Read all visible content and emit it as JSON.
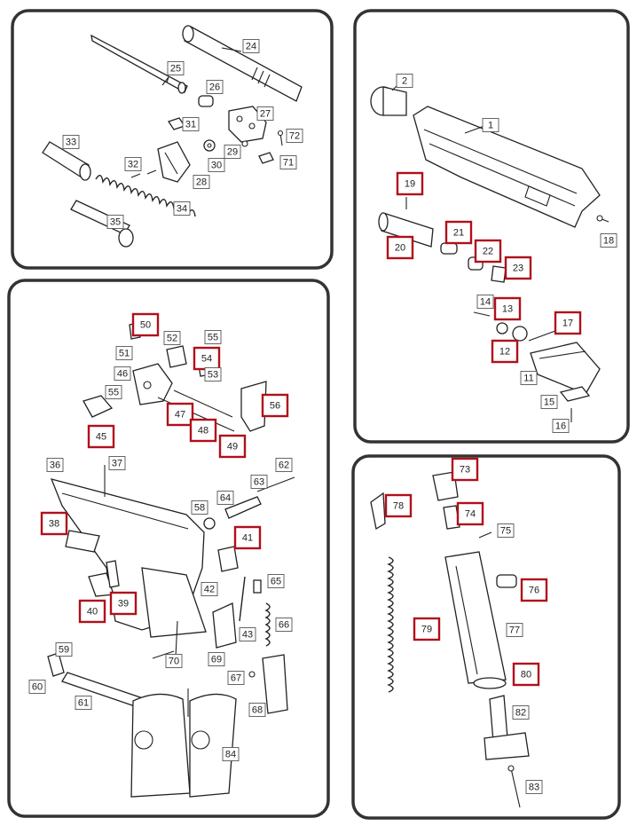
{
  "callouts": [
    {
      "label": "24",
      "hl": false
    },
    {
      "label": "25",
      "hl": false
    },
    {
      "label": "26",
      "hl": false
    },
    {
      "label": "27",
      "hl": false
    },
    {
      "label": "31",
      "hl": false
    },
    {
      "label": "72",
      "hl": false
    },
    {
      "label": "33",
      "hl": false
    },
    {
      "label": "29",
      "hl": false
    },
    {
      "label": "32",
      "hl": false
    },
    {
      "label": "30",
      "hl": false
    },
    {
      "label": "71",
      "hl": false
    },
    {
      "label": "28",
      "hl": false
    },
    {
      "label": "34",
      "hl": false
    },
    {
      "label": "35",
      "hl": false
    },
    {
      "label": "2",
      "hl": false
    },
    {
      "label": "1",
      "hl": false
    },
    {
      "label": "19",
      "hl": true
    },
    {
      "label": "21",
      "hl": true
    },
    {
      "label": "20",
      "hl": true
    },
    {
      "label": "22",
      "hl": true
    },
    {
      "label": "18",
      "hl": false
    },
    {
      "label": "23",
      "hl": true
    },
    {
      "label": "14",
      "hl": false
    },
    {
      "label": "13",
      "hl": true
    },
    {
      "label": "17",
      "hl": true
    },
    {
      "label": "12",
      "hl": true
    },
    {
      "label": "11",
      "hl": false
    },
    {
      "label": "15",
      "hl": false
    },
    {
      "label": "16",
      "hl": false
    },
    {
      "label": "50",
      "hl": true
    },
    {
      "label": "52",
      "hl": false
    },
    {
      "label": "55",
      "hl": false
    },
    {
      "label": "51",
      "hl": false
    },
    {
      "label": "54",
      "hl": true
    },
    {
      "label": "53",
      "hl": false
    },
    {
      "label": "46",
      "hl": false
    },
    {
      "label": "55",
      "hl": false
    },
    {
      "label": "56",
      "hl": true
    },
    {
      "label": "47",
      "hl": true
    },
    {
      "label": "48",
      "hl": true
    },
    {
      "label": "45",
      "hl": true
    },
    {
      "label": "49",
      "hl": true
    },
    {
      "label": "36",
      "hl": false
    },
    {
      "label": "37",
      "hl": false
    },
    {
      "label": "62",
      "hl": false
    },
    {
      "label": "63",
      "hl": false
    },
    {
      "label": "64",
      "hl": false
    },
    {
      "label": "58",
      "hl": false
    },
    {
      "label": "38",
      "hl": true
    },
    {
      "label": "41",
      "hl": true
    },
    {
      "label": "65",
      "hl": false
    },
    {
      "label": "42",
      "hl": false
    },
    {
      "label": "40",
      "hl": true
    },
    {
      "label": "39",
      "hl": true
    },
    {
      "label": "66",
      "hl": false
    },
    {
      "label": "43",
      "hl": false
    },
    {
      "label": "59",
      "hl": false
    },
    {
      "label": "69",
      "hl": false
    },
    {
      "label": "70",
      "hl": false
    },
    {
      "label": "67",
      "hl": false
    },
    {
      "label": "60",
      "hl": false
    },
    {
      "label": "61",
      "hl": false
    },
    {
      "label": "68",
      "hl": false
    },
    {
      "label": "84",
      "hl": false
    },
    {
      "label": "73",
      "hl": true
    },
    {
      "label": "78",
      "hl": true
    },
    {
      "label": "74",
      "hl": true
    },
    {
      "label": "75",
      "hl": false
    },
    {
      "label": "76",
      "hl": true
    },
    {
      "label": "79",
      "hl": true
    },
    {
      "label": "77",
      "hl": false
    },
    {
      "label": "80",
      "hl": true
    },
    {
      "label": "82",
      "hl": false
    },
    {
      "label": "83",
      "hl": false
    }
  ]
}
